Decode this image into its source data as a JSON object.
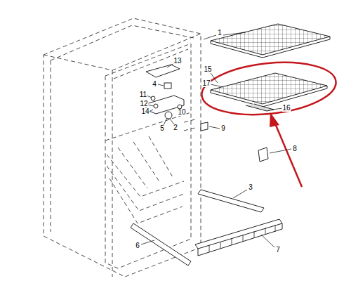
{
  "diagram": {
    "labels": [
      "1",
      "15",
      "17",
      "13",
      "4",
      "11",
      "12",
      "14",
      "16",
      "10",
      "5",
      "2",
      "9",
      "8",
      "3",
      "6",
      "7"
    ]
  }
}
